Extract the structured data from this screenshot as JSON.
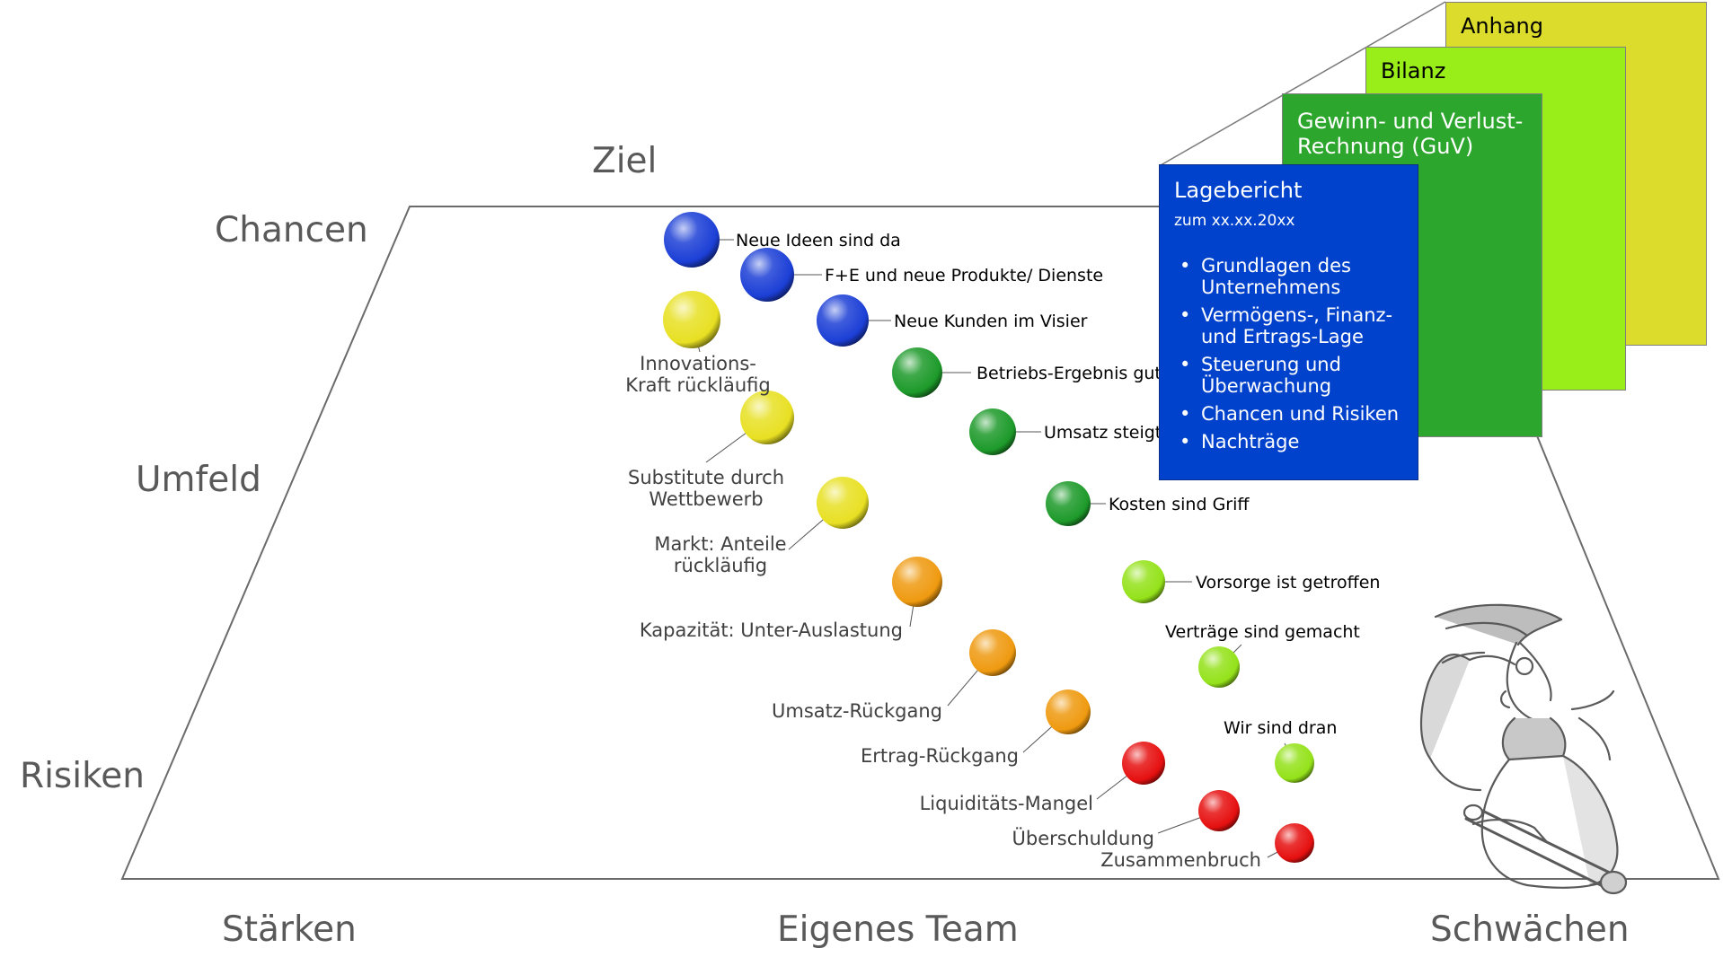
{
  "axes": {
    "top": "Ziel",
    "left_top": "Chancen",
    "left_middle": "Umfeld",
    "left_bottom": "Risiken",
    "bottom_left": "Stärken",
    "bottom_middle": "Eigenes Team",
    "bottom_right": "Schwächen"
  },
  "colors": {
    "blue": "#1c3fd6",
    "yellow": "#e8e023",
    "green": "#1d9a2a",
    "lime": "#94e21a",
    "orange": "#ef9a10",
    "red": "#e61010"
  },
  "balls": [
    {
      "label": "Neue Ideen sind da",
      "color": "blue"
    },
    {
      "label": "F+E und neue Produkte/ Dienste",
      "color": "blue"
    },
    {
      "label": "Neue Kunden im Visier",
      "color": "blue"
    },
    {
      "label": "Betriebs-Ergebnis gut",
      "color": "green"
    },
    {
      "label": "Umsatz steigt",
      "color": "green"
    },
    {
      "label": "Kosten sind Griff",
      "color": "green"
    },
    {
      "label": "Vorsorge ist getroffen",
      "color": "lime"
    },
    {
      "label": "Verträge sind gemacht",
      "color": "lime"
    },
    {
      "label": "Wir sind dran",
      "color": "lime"
    },
    {
      "label_lines": [
        "Innovations-",
        "Kraft rückläufig"
      ],
      "color": "yellow"
    },
    {
      "label_lines": [
        "Substitute durch",
        "Wettbewerb"
      ],
      "color": "yellow"
    },
    {
      "label_lines": [
        "Markt: Anteile",
        "rückläufig"
      ],
      "color": "yellow"
    },
    {
      "label": "Kapazität: Unter-Auslastung",
      "color": "orange"
    },
    {
      "label": "Umsatz-Rückgang",
      "color": "orange"
    },
    {
      "label": "Ertrag-Rückgang",
      "color": "orange"
    },
    {
      "label": "Liquiditäts-Mangel",
      "color": "red"
    },
    {
      "label": "Überschuldung",
      "color": "red"
    },
    {
      "label": "Zusammenbruch",
      "color": "red"
    }
  ],
  "documents": {
    "anhang": "Anhang",
    "bilanz": "Bilanz",
    "guv": [
      "Gewinn- und Verlust-",
      "Rechnung (GuV)"
    ],
    "lagebericht": {
      "title": "Lagebericht",
      "subtitle": "zum xx.xx.20xx",
      "items": [
        [
          "Grundlagen des",
          "Unternehmens"
        ],
        [
          "Vermögens-, Finanz-",
          "und Ertrags-Lage"
        ],
        [
          "Steuerung und",
          "Überwachung"
        ],
        [
          "Chancen und Risiken"
        ],
        [
          "Nachträge"
        ]
      ]
    }
  },
  "illustration": "looking-figure"
}
